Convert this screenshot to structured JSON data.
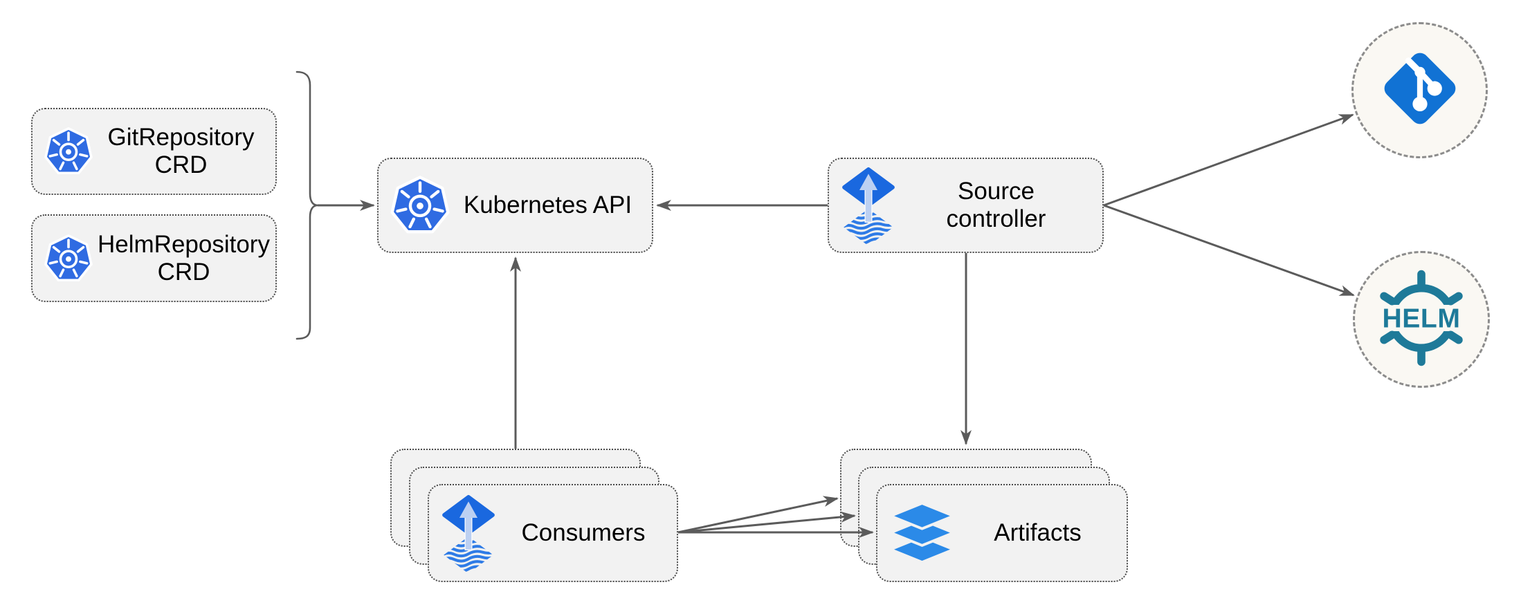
{
  "colors": {
    "kubernetes-blue": "#2F6BE2",
    "flux-blue": "#1A68DF",
    "flux-wave-blue": "#2E7BE6",
    "flux-arrow-light": "#BCD0F2",
    "git-blue": "#1172D4",
    "helm-teal": "#1E7A99",
    "layers-blue": "#2B8AE8",
    "box-fill": "#F2F2F2",
    "box-border": "#4A4A4A",
    "circle-fill": "#FAF8F3",
    "circle-border": "#8C8C8C",
    "arrow-gray": "#5B5B5B",
    "label-color": "#000000"
  },
  "icons": {
    "kubernetes": "kubernetes-icon",
    "flux": "flux-icon",
    "git": "git-icon",
    "helm": "helm-icon",
    "layers": "layers-icon"
  },
  "nodes": {
    "git_repository_crd": {
      "line1": "GitRepository",
      "line2": "CRD"
    },
    "helm_repository_crd": {
      "line1": "HelmRepository",
      "line2": "CRD"
    },
    "kubernetes_api": {
      "label": "Kubernetes API"
    },
    "source_controller": {
      "line1": "Source",
      "line2": "controller"
    },
    "consumers": {
      "label": "Consumers"
    },
    "artifacts": {
      "label": "Artifacts"
    },
    "helm_endpoint": {
      "logo_text": "HELM"
    }
  },
  "edges": [
    {
      "from": "crd-bracket",
      "to": "kubernetes_api"
    },
    {
      "from": "source_controller",
      "to": "kubernetes_api"
    },
    {
      "from": "source_controller",
      "to": "git_endpoint"
    },
    {
      "from": "source_controller",
      "to": "helm_endpoint"
    },
    {
      "from": "source_controller",
      "to": "artifacts"
    },
    {
      "from": "consumers",
      "to": "kubernetes_api"
    },
    {
      "from": "consumers",
      "to": "artifacts"
    },
    {
      "from": "consumers",
      "to": "artifacts"
    },
    {
      "from": "consumers",
      "to": "artifacts"
    }
  ]
}
